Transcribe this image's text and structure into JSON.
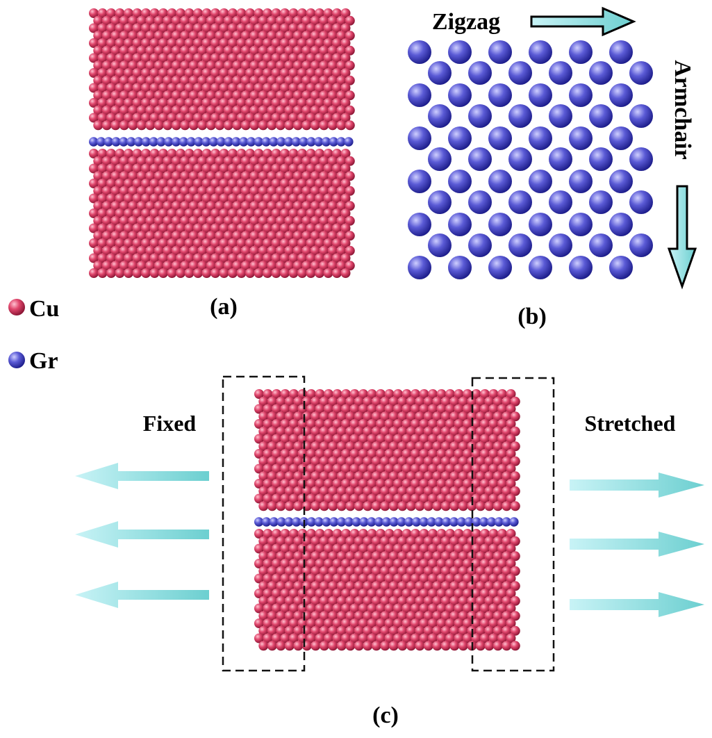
{
  "colors": {
    "cu": "#e0466c",
    "cu_highlight": "#ffc2d1",
    "cu_shadow": "#8a1534",
    "gr": "#5b5bd6",
    "gr_highlight": "#cfcfff",
    "gr_shadow": "#1e1e8c",
    "arrow_fill": "#6ccfd0",
    "arrow_fill_light": "#c8f3f6",
    "dash_box": "#111111"
  },
  "legend": {
    "cu_label": "Cu",
    "gr_label": "Gr"
  },
  "panel_a": {
    "label": "(a)"
  },
  "panel_b": {
    "label": "(b)",
    "zigzag_label": "Zigzag",
    "armchair_label": "Armchair"
  },
  "panel_c": {
    "label": "(c)",
    "fixed_label": "Fixed",
    "stretched_label": "Stretched"
  }
}
